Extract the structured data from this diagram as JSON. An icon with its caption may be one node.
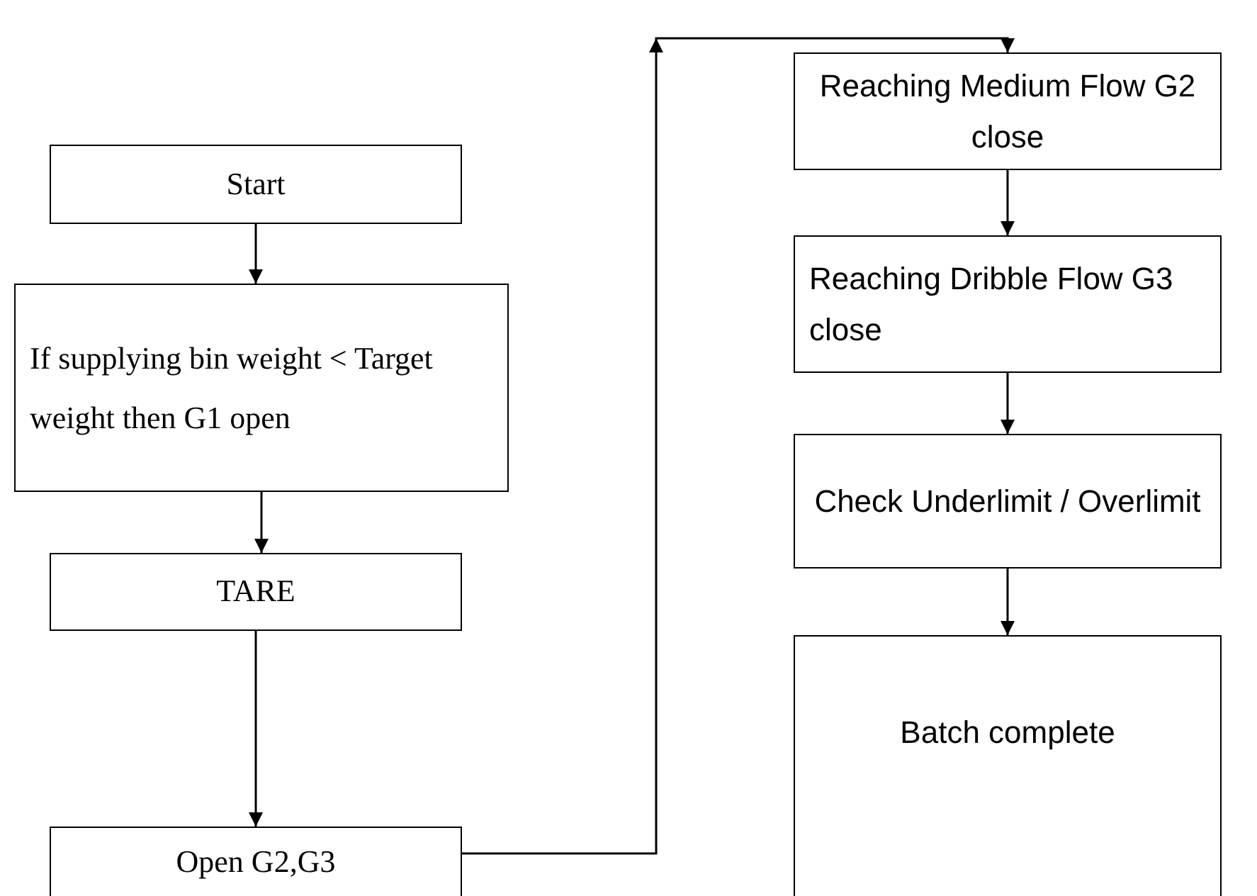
{
  "diagram": {
    "nodes": [
      {
        "text": [
          "Start"
        ]
      },
      {
        "text": [
          "If supplying bin weight < Target weight then G1 open"
        ]
      },
      {
        "text": [
          "TARE"
        ]
      },
      {
        "text": [
          "Open G2,G3"
        ]
      },
      {
        "text": [
          "Reaching Medium Flow G2 close"
        ]
      },
      {
        "text": [
          "Reaching Dribble Flow G3 close"
        ]
      },
      {
        "text": [
          "Check Underlimit / Overlimit"
        ]
      },
      {
        "text": [
          "Batch complete"
        ]
      }
    ],
    "edges": [
      {
        "from": 0,
        "to": 1,
        "arrow": "to"
      },
      {
        "from": 1,
        "to": 2,
        "arrow": "to"
      },
      {
        "from": 2,
        "to": 3,
        "arrow": "to"
      },
      {
        "from": 3,
        "to": 4,
        "arrow": "to"
      },
      {
        "from": 4,
        "to": 5,
        "arrow": "to"
      },
      {
        "from": 5,
        "to": 6,
        "arrow": "to"
      },
      {
        "from": 6,
        "to": 7,
        "arrow": "to"
      }
    ]
  }
}
